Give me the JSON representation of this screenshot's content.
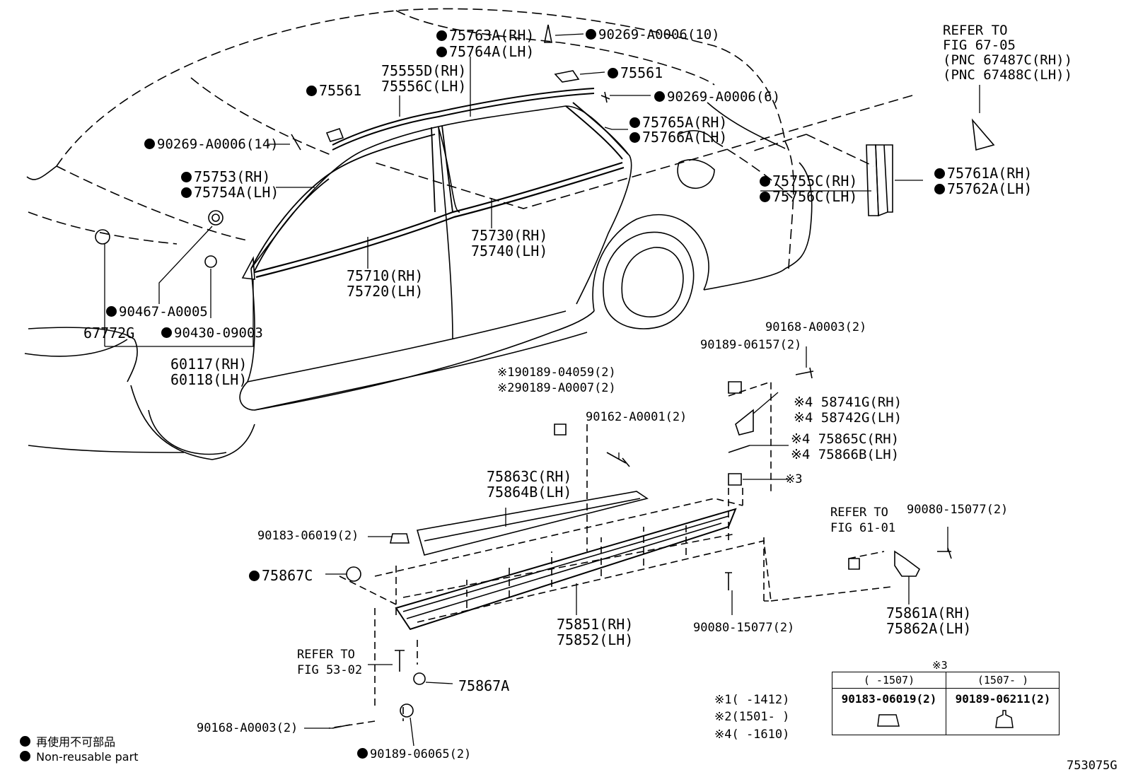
{
  "diagram_id": "753075G",
  "labels": {
    "refer_67_05": [
      "REFER TO",
      "FIG 67-05",
      "(PNC 67487C(RH))",
      "(PNC 67488C(LH))"
    ],
    "p75763": [
      "75763A(RH)",
      "75764A(LH)"
    ],
    "p90269_10": "90269-A0006(10)",
    "p75555": [
      "75555D(RH)",
      "75556C(LH)"
    ],
    "p75561_top": "75561",
    "p75561_left": "75561",
    "p90269_6": "90269-A0006(6)",
    "p75765": [
      "75765A(RH)",
      "75766A(LH)"
    ],
    "p90269_14": "90269-A0006(14)",
    "p75753": [
      "75753(RH)",
      "75754A(LH)"
    ],
    "p75755": [
      "75755C(RH)",
      "75756C(LH)"
    ],
    "p75761": [
      "75761A(RH)",
      "75762A(LH)"
    ],
    "p75730": [
      "75730(RH)",
      "75740(LH)"
    ],
    "p75710": [
      "75710(RH)",
      "75720(LH)"
    ],
    "p90467": "90467-A0005",
    "p67772": "67772G",
    "p90430": "90430-09003",
    "p60117": [
      "60117(RH)",
      "60118(LH)"
    ],
    "p90168_top": "90168-A0003(2)",
    "p90189_06157": "90189-06157(2)",
    "p90189_04059": [
      "※190189-04059(2)",
      "※290189-A0007(2)"
    ],
    "p58741": [
      "※4 58741G(RH)",
      "※4 58742G(LH)"
    ],
    "p90162": "90162-A0001(2)",
    "p75865": [
      "※4 75865C(RH)",
      "※4 75866B(LH)"
    ],
    "p75863": [
      "75863C(RH)",
      "75864B(LH)"
    ],
    "mark3": "※3",
    "refer_61_01": [
      "REFER TO",
      "FIG 61-01"
    ],
    "p90080_right": "90080-15077(2)",
    "p90183": "90183-06019(2)",
    "p75867c": "75867C",
    "p75851": [
      "75851(RH)",
      "75852(LH)"
    ],
    "p75861": [
      "75861A(RH)",
      "75862A(LH)"
    ],
    "p90080_bottom": "90080-15077(2)",
    "refer_53_02": [
      "REFER TO",
      "FIG 53-02"
    ],
    "p75867a": "75867A",
    "p90168_bottom": "90168-A0003(2)",
    "p90189_06065": "90189-06065(2)"
  },
  "footnotes": [
    "※1(    -1412)",
    "※2(1501-     )",
    "※4(    -1610)"
  ],
  "table": {
    "title": "※3",
    "headers": [
      "(     -1507)",
      "(1507-     )"
    ],
    "parts": [
      "90183-06019(2)",
      "90189-06211(2)"
    ]
  },
  "legend": [
    "再使用不可部品",
    "Non-reusable part"
  ]
}
